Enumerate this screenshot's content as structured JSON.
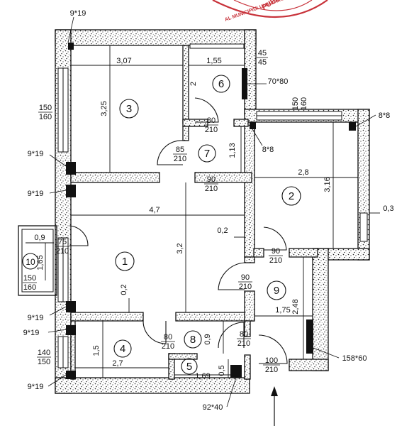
{
  "stamp": {
    "line1": "PUBLICITATE IMOBILIARĂ",
    "line2": "AL MUNICIPIULUI BUCUREŞTI",
    "color": "#c8323a"
  },
  "rooms": [
    "1",
    "2",
    "3",
    "4",
    "5",
    "6",
    "7",
    "8",
    "9",
    "10"
  ],
  "room_dims": {
    "r3_w": "3,07",
    "r3_h": "3,25",
    "r6_w": "1,55",
    "r6_h": "2",
    "r7_h": "1,13",
    "r2_w": "2,8",
    "r2_h": "3,16",
    "r1_w": "4,7",
    "r1_h": "3,2",
    "r9_w": "1,75",
    "r9_h": "2,48",
    "r4_w": "2,7",
    "r4_h": "1,5",
    "r5_w": "1,69",
    "r5_h": "0,5",
    "r8_h": "0,9",
    "r10_w": "0,9",
    "r10_h": "1,65",
    "wall_02a": "0,2",
    "wall_02b": "0,2",
    "ext_03": "0,3"
  },
  "openings": {
    "win_top_left": "9*19",
    "win_r3": [
      "150",
      "160"
    ],
    "col_9x19_a": "9*19",
    "col_9x19_b": "9*19",
    "col_9x19_c": "9*19",
    "col_9x19_d": "9*19",
    "col_9x19_e": "9*19",
    "win_r6": [
      "45",
      "45"
    ],
    "vent_r6": "70*80",
    "win_r2": [
      "150",
      "160"
    ],
    "col_8x8_a": "8*8",
    "col_8x8_b": "8*8",
    "door_r6": [
      "80",
      "210"
    ],
    "door_r7": [
      "85",
      "210"
    ],
    "door_r7b": [
      "90",
      "210"
    ],
    "door_r10": [
      "75",
      "210"
    ],
    "win_r1": [
      "150",
      "160"
    ],
    "door_r2": [
      "90",
      "210"
    ],
    "door_r9": [
      "90",
      "210"
    ],
    "door_r8a": [
      "80",
      "210"
    ],
    "door_r8b": [
      "80",
      "210"
    ],
    "door_entry": [
      "100",
      "210"
    ],
    "win_r4": [
      "140",
      "150"
    ],
    "col_158x60": "158*60",
    "col_92x40": "92*40"
  }
}
